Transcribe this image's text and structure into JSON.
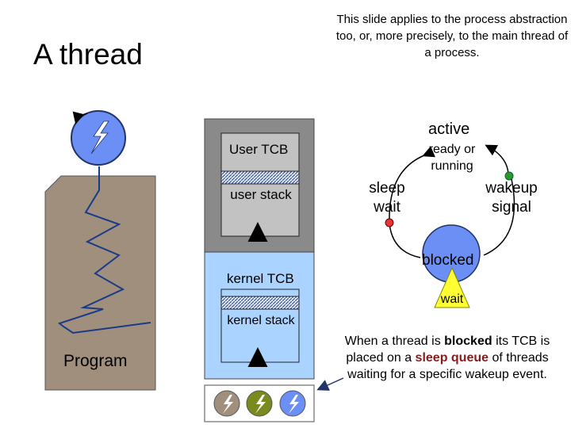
{
  "slide": {
    "title": "A thread",
    "note": "This slide applies to the process abstraction too, or, more precisely, to the main thread of a process."
  },
  "program": {
    "label": "Program"
  },
  "memory": {
    "user_tcb": "User TCB",
    "user_stack": "user stack",
    "kernel_tcb": "kernel TCB",
    "kernel_stack": "kernel stack"
  },
  "states": {
    "active": "active",
    "running": "ready or running",
    "sleep": "sleep wait",
    "wakeup": "wakeup signal",
    "blocked": "blocked",
    "wait": "wait"
  },
  "description": {
    "part1": "When a thread is ",
    "bold": "blocked",
    "part2": " its TCB is placed on a ",
    "queue": "sleep queue",
    "part3": " of threads waiting for a specific wakeup event."
  },
  "colors": {
    "thread_blue": "#6b8ff5",
    "program_tan": "#a08f7c",
    "user_gray": "#8a8a8a",
    "kernel_blue": "#aad4ff",
    "sleep_red": "#e63333",
    "wakeup_green": "#2a9a2a",
    "wait_yellow": "#ffff33",
    "queue_red": "#8b1a1a"
  },
  "icons": [
    "lightning-bolt-icon",
    "stack-arrow-icon"
  ]
}
